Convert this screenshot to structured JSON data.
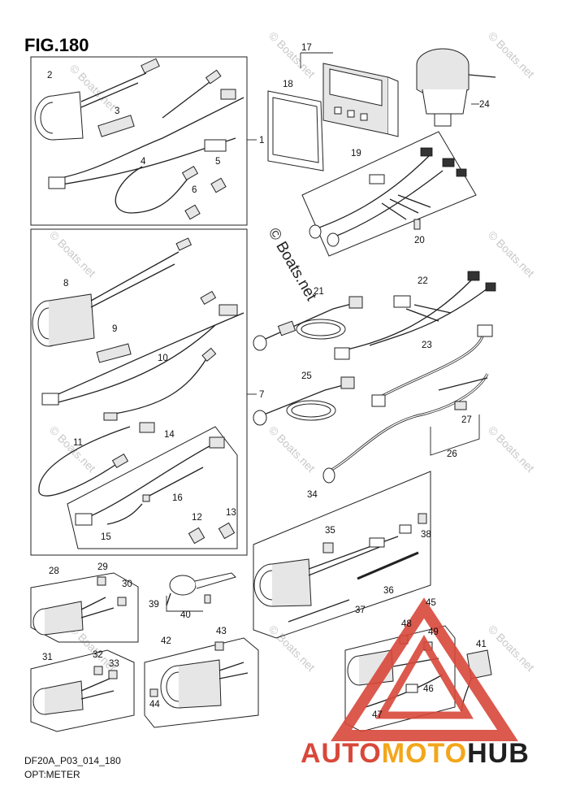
{
  "diagram": {
    "title": "FIG.180",
    "footer_code": "DF20A_P03_014_180",
    "footer_name": "OPT:METER",
    "watermark": "© Boats.net",
    "brand": {
      "part1": "AUTO",
      "part2": "MOTO",
      "part3": "HUB",
      "color1": "#d8483a",
      "color2": "#f3a61b",
      "color3": "#1f1f1f"
    },
    "callouts": [
      "1",
      "2",
      "3",
      "4",
      "5",
      "6",
      "7",
      "8",
      "9",
      "10",
      "11",
      "12",
      "13",
      "14",
      "15",
      "16",
      "17",
      "18",
      "19",
      "20",
      "21",
      "22",
      "23",
      "24",
      "25",
      "26",
      "27",
      "28",
      "29",
      "30",
      "31",
      "32",
      "33",
      "34",
      "35",
      "36",
      "37",
      "38",
      "39",
      "40",
      "41",
      "42",
      "43",
      "44",
      "45",
      "46",
      "47",
      "48",
      "49"
    ]
  }
}
